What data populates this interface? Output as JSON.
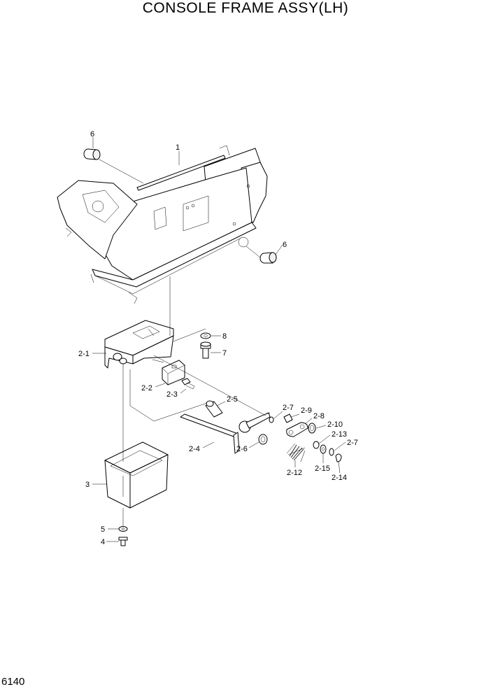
{
  "title": "CONSOLE FRAME ASSY(LH)",
  "page_number": "6140",
  "callouts": {
    "c1": "1",
    "c6a": "6",
    "c6b": "6",
    "c8": "8",
    "c7": "7",
    "c2_1": "2-1",
    "c2_2": "2-2",
    "c2_3": "2-3",
    "c2_5": "2-5",
    "c2_7a": "2-7",
    "c2_9": "2-9",
    "c2_8": "2-8",
    "c2_10": "2-10",
    "c2_13": "2-13",
    "c2_7b": "2-7",
    "c2_4": "2-4",
    "c2_6": "2-6",
    "c2_12": "2-12",
    "c2_15": "2-15",
    "c2_14": "2-14",
    "c3": "3",
    "c5": "5",
    "c4": "4"
  }
}
